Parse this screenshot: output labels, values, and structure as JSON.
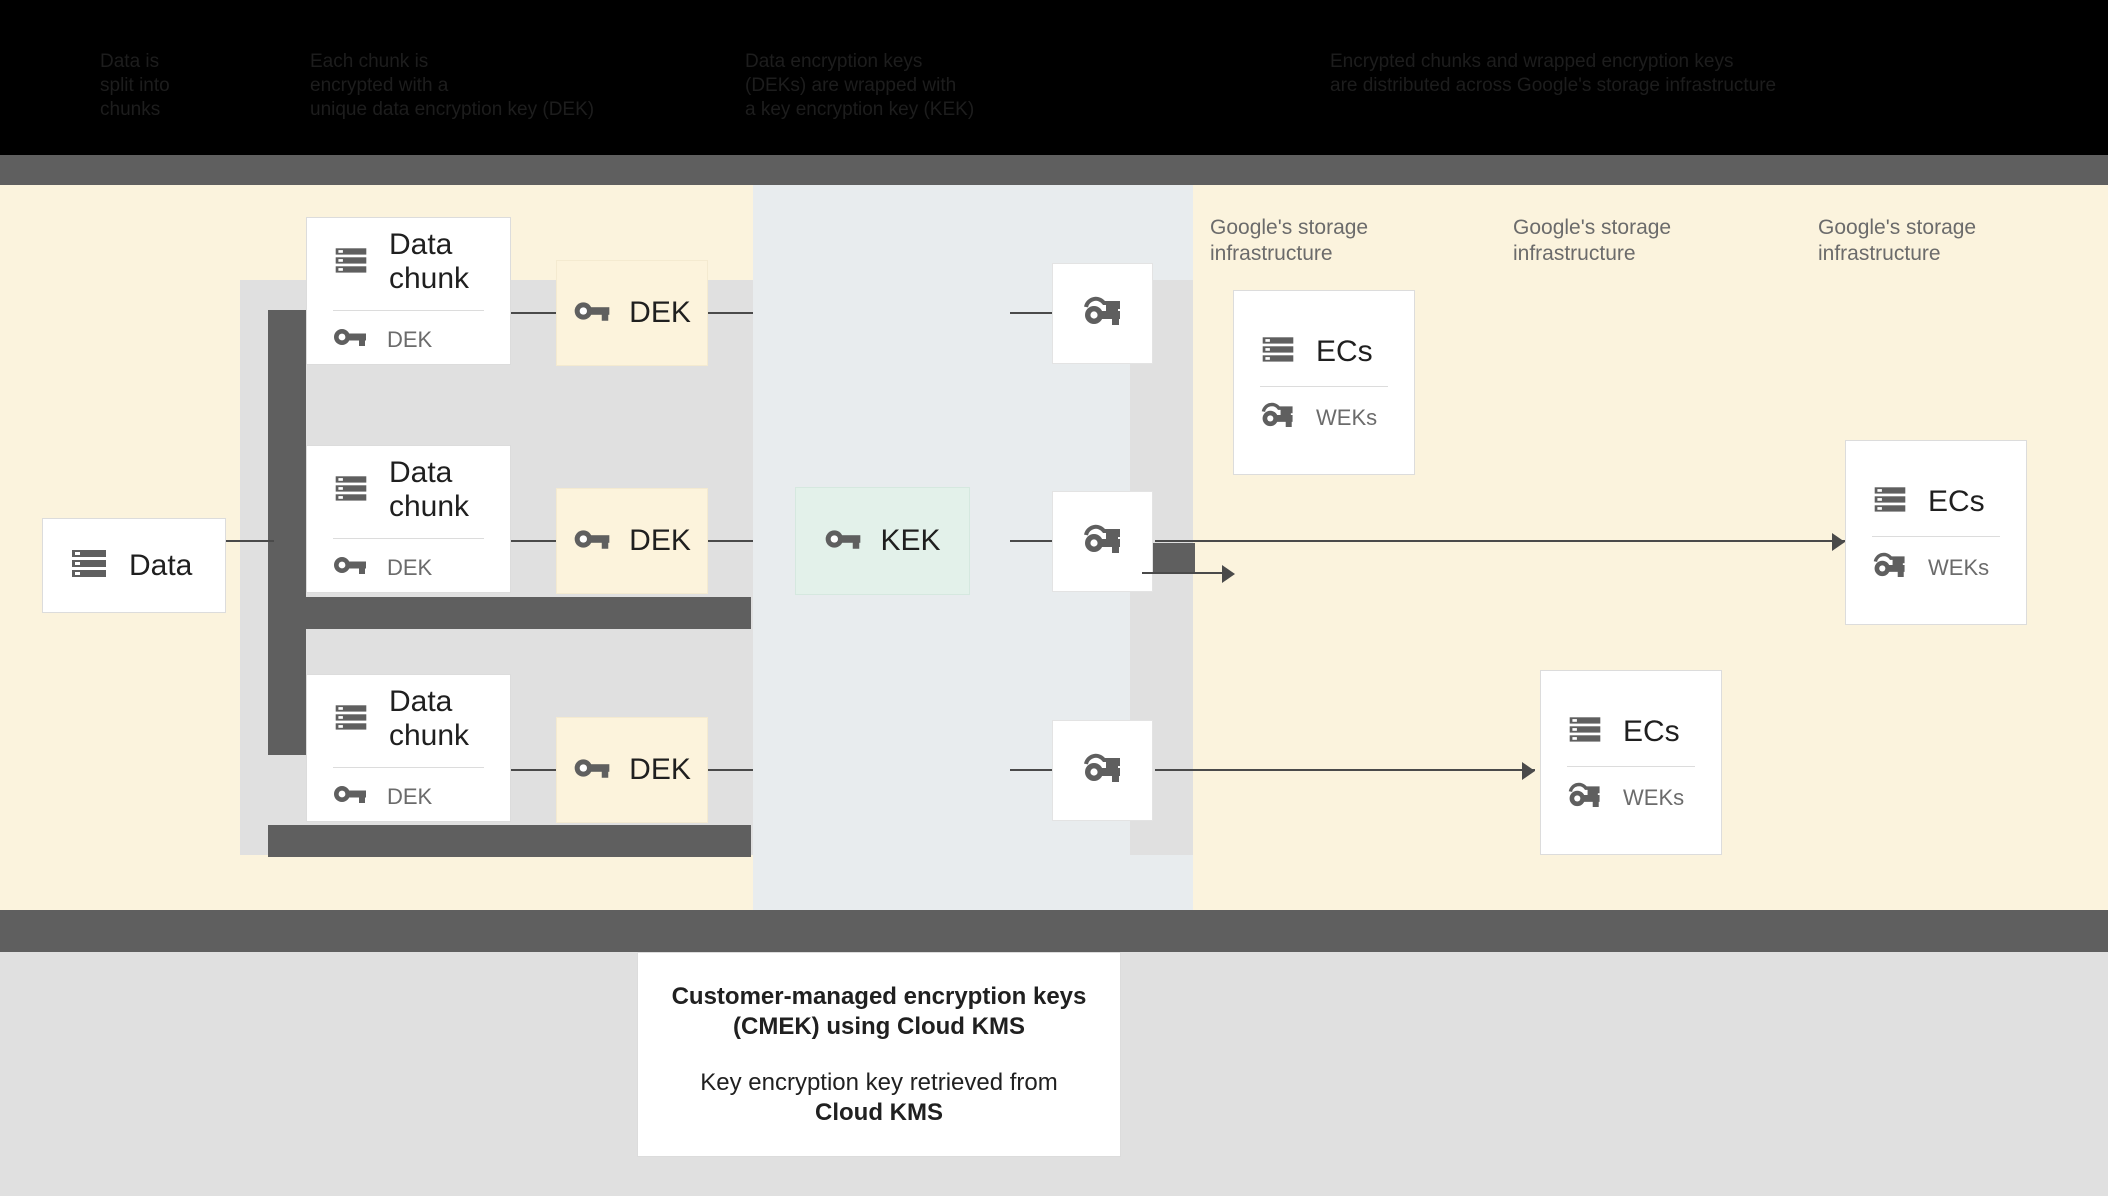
{
  "top_caption": {
    "col_a": "Data is\nsplit into\nchunks",
    "col_b": "Each chunk is\nencrypted with a\nunique data encryption key (DEK)",
    "col_c": "Data encryption keys\n(DEKs) are wrapped with\na key encryption key (KEK)",
    "col_d": "Encrypted chunks and wrapped encryption keys\nare distributed across Google's storage infrastructure"
  },
  "diagram": {
    "source": {
      "label": "Data",
      "icon": "server-icon"
    },
    "chunks": [
      {
        "title": "Data\nchunk",
        "key_label": "DEK",
        "key_icon": "key-icon"
      },
      {
        "title": "Data\nchunk",
        "key_label": "DEK",
        "key_icon": "key-icon"
      },
      {
        "title": "Data\nchunk",
        "key_label": "DEK",
        "key_icon": "key-icon"
      }
    ],
    "deks": [
      {
        "label": "DEK",
        "icon": "key-icon"
      },
      {
        "label": "DEK",
        "icon": "key-icon"
      },
      {
        "label": "DEK",
        "icon": "key-icon"
      }
    ],
    "kek": {
      "label": "KEK",
      "icon": "key-icon"
    },
    "weks": [
      {
        "icon": "double-key-icon"
      },
      {
        "icon": "double-key-icon"
      },
      {
        "icon": "double-key-icon"
      }
    ],
    "storage_labels": [
      "Google's storage\ninfrastructure",
      "Google's storage\ninfrastructure",
      "Google's storage\ninfrastructure"
    ],
    "ec_cards": [
      {
        "title": "ECs",
        "key_label": "WEKs",
        "icon": "server-icon",
        "key_icon": "double-key-icon"
      },
      {
        "title": "ECs",
        "key_label": "WEKs",
        "icon": "server-icon",
        "key_icon": "double-key-icon"
      },
      {
        "title": "ECs",
        "key_label": "WEKs",
        "icon": "server-icon",
        "key_icon": "double-key-icon"
      }
    ]
  },
  "bottom_caption": {
    "line1": "Customer-managed encryption keys\n(CMEK) using Cloud KMS",
    "line2_prefix": "Key encryption key retrieved from",
    "line2_strong": "Cloud KMS"
  },
  "colors": {
    "background_cream": "#fbf3dd",
    "background_grayblue": "#e8ecee",
    "background_lightgray": "#e0e0e0",
    "rail_dark": "#5f5f5f",
    "dek_fill": "#fcf3dc",
    "kek_fill": "#e3f1ea",
    "icon_gray": "#5f5f5f",
    "text_dark": "#1f1f1f",
    "text_muted": "#6b6b6b"
  }
}
